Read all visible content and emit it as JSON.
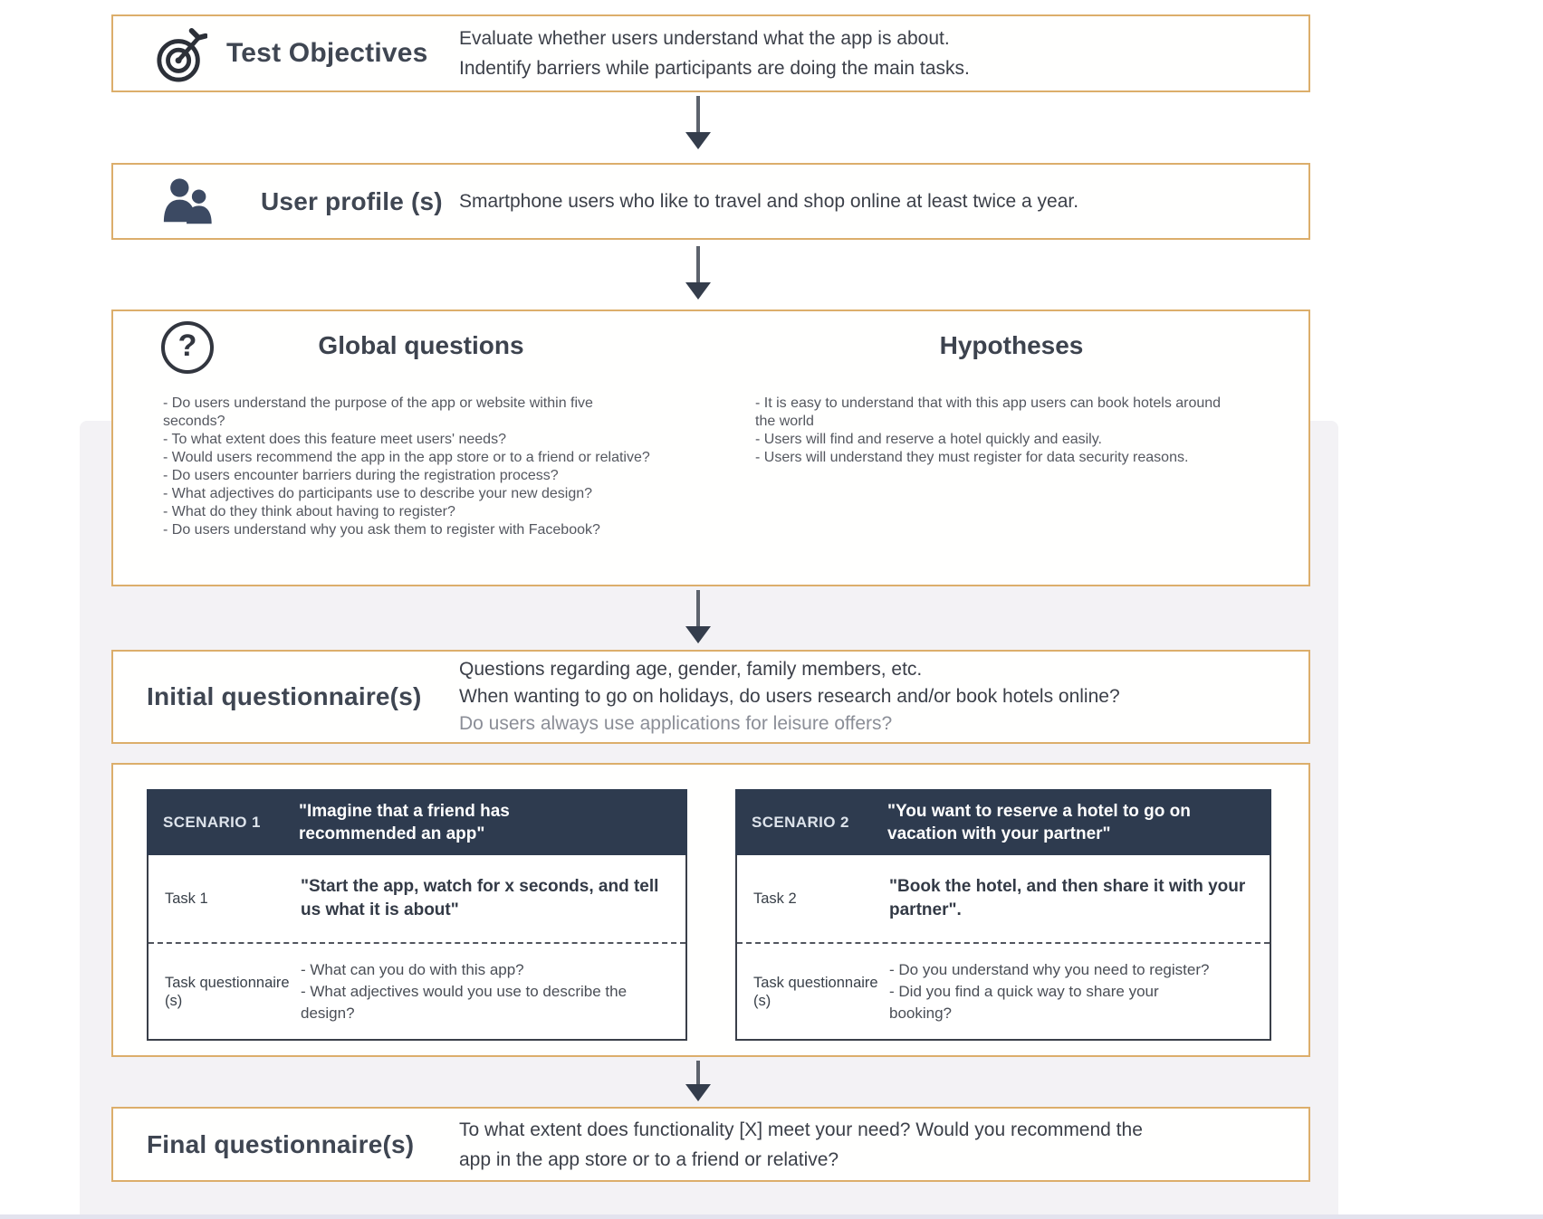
{
  "colors": {
    "box_border": "#dcae6b",
    "scenario_header_bg": "#2e3b4f",
    "table_border": "#3a3f49",
    "arrow": "#343d4c",
    "title_text": "#3f4652",
    "body_text": "#3b3f48",
    "list_text": "#54575f",
    "muted_text": "#8b8e97",
    "panel_bg": "#f3f2f5"
  },
  "icons": {
    "test_objectives": "target-dart-icon",
    "user_profile": "two-users-icon",
    "global_questions": "question-circle-icon",
    "question_glyph": "?"
  },
  "flow": {
    "test_objectives": {
      "title": "Test Objectives",
      "lines": [
        "Evaluate whether users understand what the app is about.",
        "Indentify barriers while participants are doing the main tasks."
      ]
    },
    "user_profile": {
      "title": "User profile (s)",
      "line": "Smartphone users who like to travel and shop online at least twice a year."
    },
    "global_questions": {
      "title": "Global questions",
      "items": [
        "- Do users understand the purpose of the app or website within five seconds?",
        "- To what extent does this feature meet users' needs?",
        "- Would users recommend the app in the app store or to a friend or relative?",
        "- Do users encounter barriers during the registration process?",
        "- What adjectives do participants use to describe your new design?",
        "- What do they think about having to register?",
        "- Do users understand why you ask them to register with Facebook?"
      ]
    },
    "hypotheses": {
      "title": "Hypotheses",
      "items": [
        "- It is easy to understand that with this app users can book hotels around the world",
        "- Users will find and reserve a hotel quickly and easily.",
        "- Users will understand they must register for data security reasons."
      ]
    },
    "initial_questionnaire": {
      "title": "Initial questionnaire(s)",
      "lines": [
        "Questions regarding age, gender, family members, etc.",
        "When wanting to go on holidays, do users research and/or book hotels online?",
        "Do users always use applications for leisure offers?"
      ]
    },
    "scenarios": [
      {
        "label": "SCENARIO 1",
        "quote": "\"Imagine that a friend has recommended an app\"",
        "task_label": "Task 1",
        "task_text": "\"Start the app, watch for x seconds, and tell us what it is about\"",
        "tq_label": "Task questionnaire (s)",
        "tq_items": [
          "- What can you do with this app?",
          "- What adjectives would you use to describe the design?"
        ]
      },
      {
        "label": "SCENARIO 2",
        "quote": "\"You want to reserve a hotel to go on vacation with your partner\"",
        "task_label": "Task 2",
        "task_text": "\"Book the hotel, and then share it with your partner\".",
        "tq_label": "Task questionnaire (s)",
        "tq_items": [
          "- Do you understand why you need to register?",
          "- Did you find a quick way to share your booking?"
        ]
      }
    ],
    "final_questionnaire": {
      "title": "Final questionnaire(s)",
      "lines": [
        "To what extent does functionality [X] meet your need? Would you recommend the",
        "app in the app store or to a friend or relative?"
      ]
    }
  }
}
